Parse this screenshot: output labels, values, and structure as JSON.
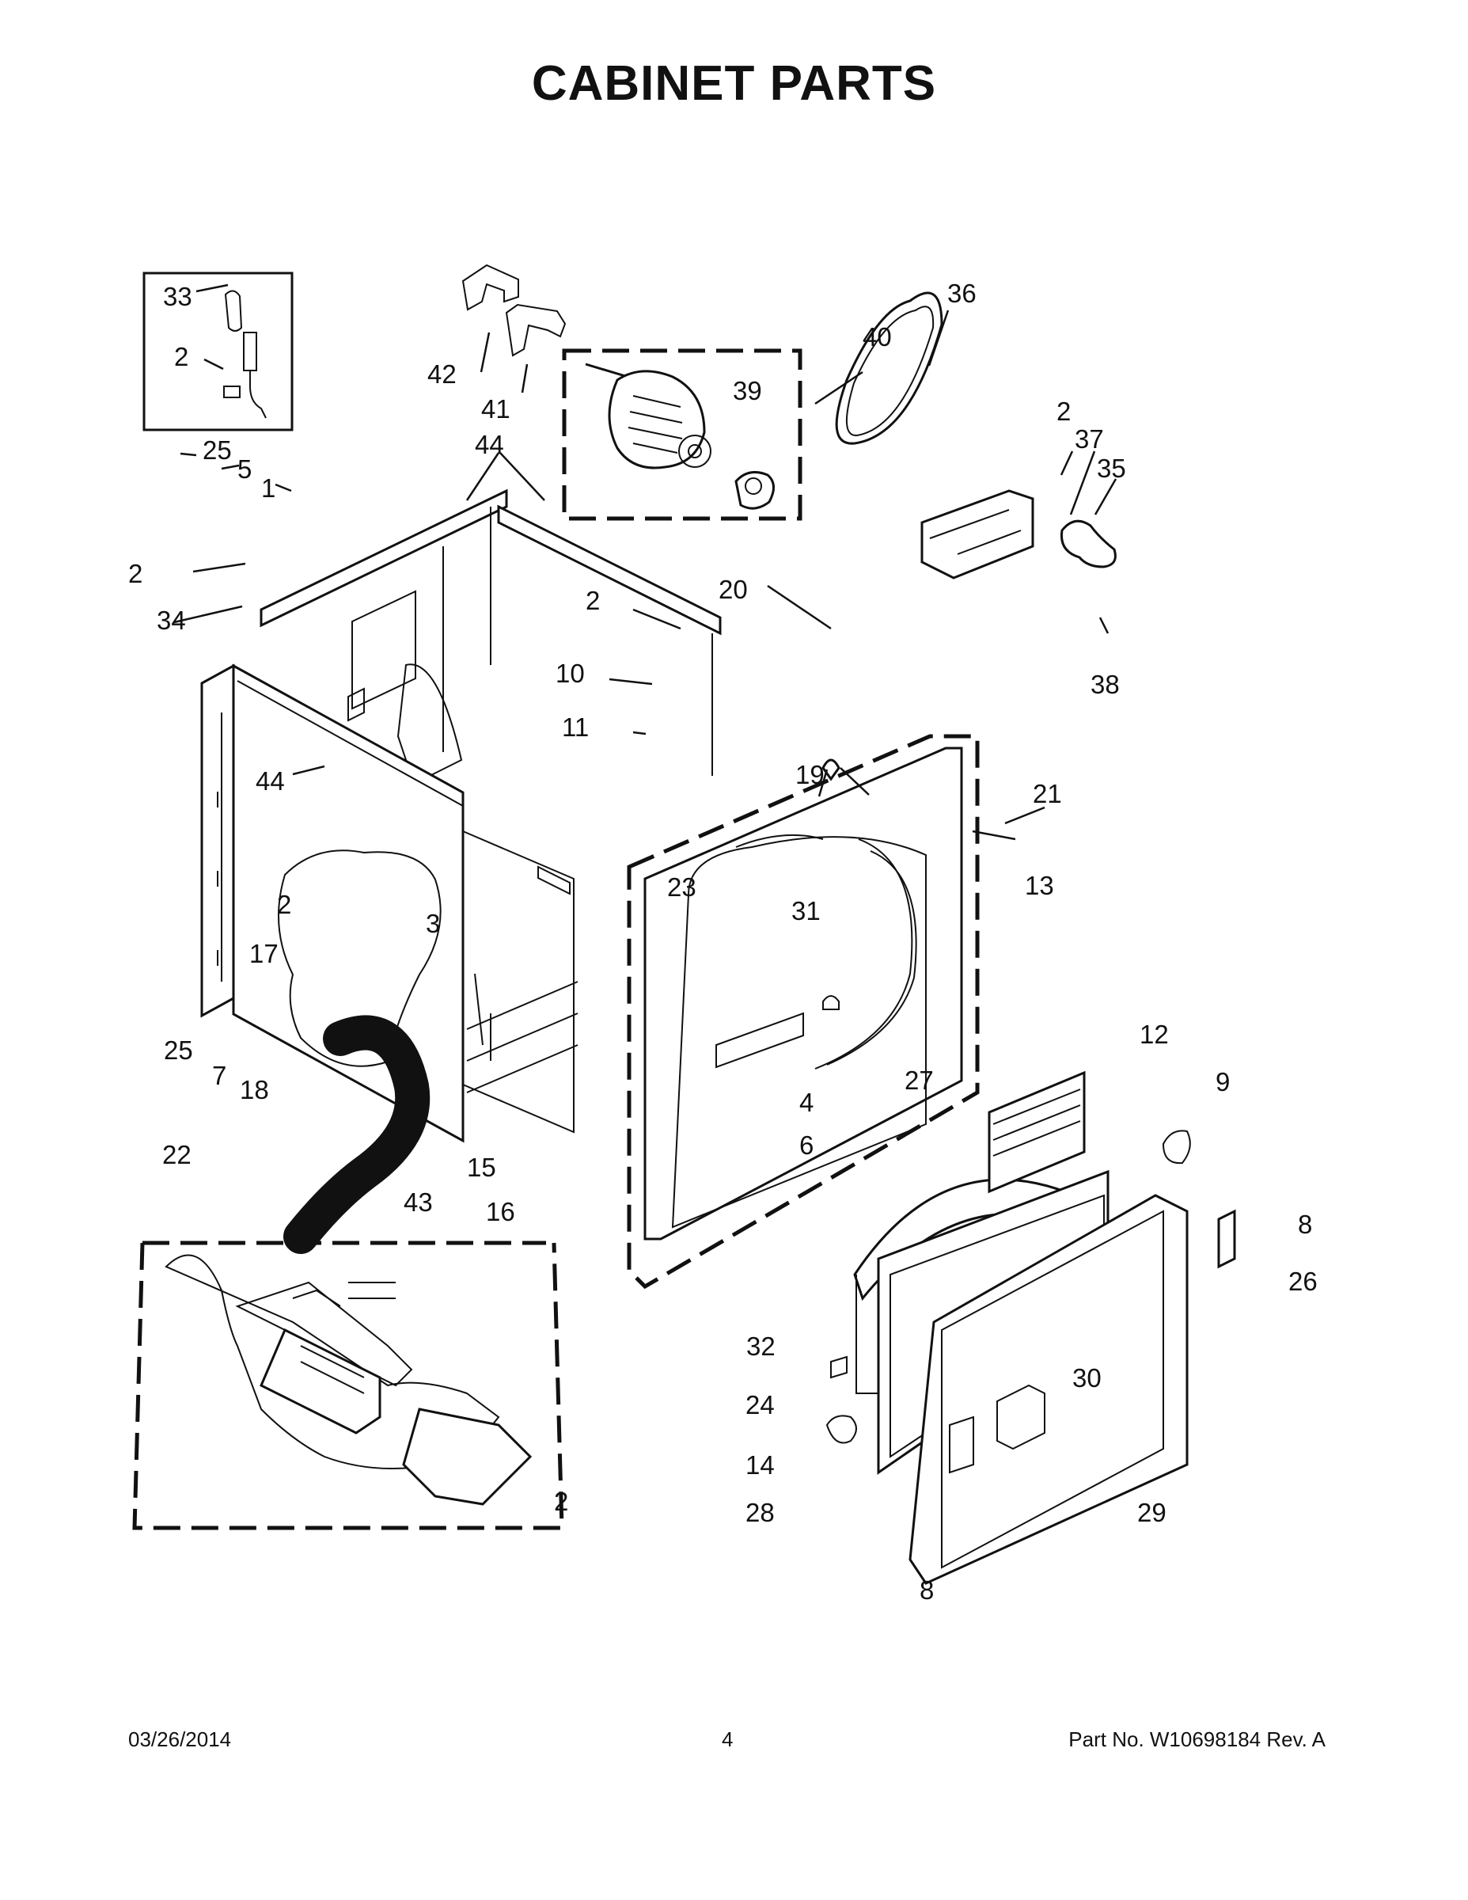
{
  "title": "CABINET PARTS",
  "footer": {
    "date": "03/26/2014",
    "page": "4",
    "part_number": "Part No.  W10698184  Rev.  A"
  },
  "callouts": [
    "33",
    "2",
    "25",
    "5",
    "1",
    "2",
    "34",
    "42",
    "41",
    "44",
    "40",
    "39",
    "36",
    "2",
    "37",
    "35",
    "38",
    "2",
    "20",
    "10",
    "11",
    "19",
    "44",
    "21",
    "23",
    "31",
    "13",
    "2",
    "17",
    "3",
    "25",
    "7",
    "18",
    "15",
    "43",
    "16",
    "22",
    "27",
    "4",
    "6",
    "12",
    "9",
    "8",
    "26",
    "32",
    "30",
    "24",
    "14",
    "28",
    "29",
    "2",
    "8"
  ]
}
